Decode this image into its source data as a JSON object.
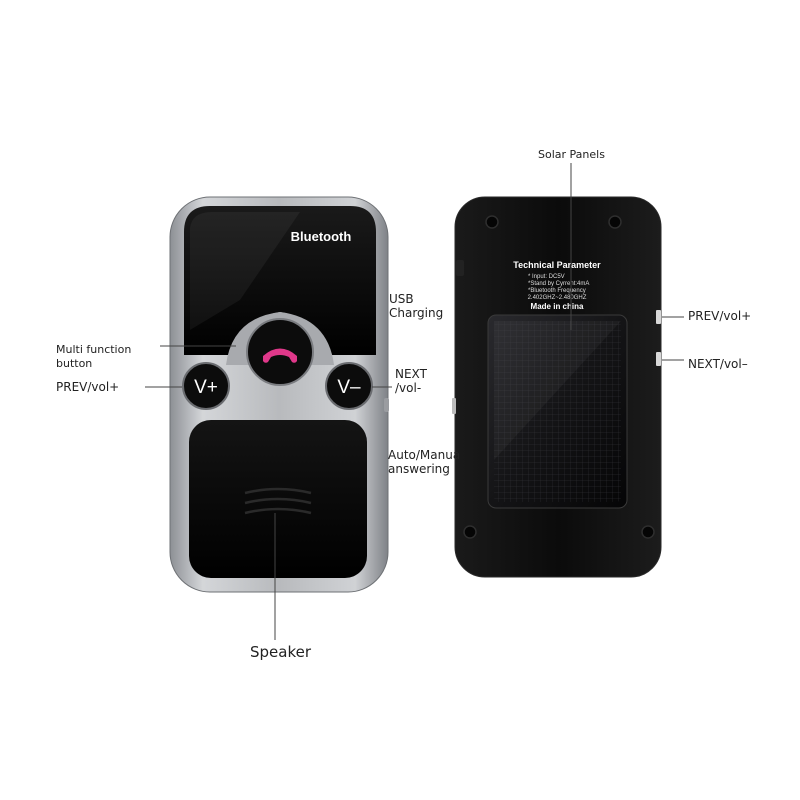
{
  "front": {
    "brand": "Bluetooth",
    "vol_up_label": "V+",
    "vol_down_label": "V–"
  },
  "back": {
    "tech": {
      "title": "Technical Parameter",
      "line1": "* Input: DC5V",
      "line2": "*Stand by Cyrrent:4mA",
      "line3": "*Bluetooth Frequency",
      "line4": "2.402GHZ~2.480GHZ",
      "line5": "Made in china"
    }
  },
  "callouts": {
    "solar_panels": "Solar Panels",
    "usb_charging": [
      "USB",
      "Charging"
    ],
    "multi_function": [
      "Multi  function",
      "button"
    ],
    "prev_vol_left": "PREV/vol+",
    "next_vol_front": [
      "NEXT",
      "/vol-"
    ],
    "auto_answer": [
      "Auto/Manua",
      "answering"
    ],
    "speaker": "Speaker",
    "prev_vol_right": "PREV/vol+",
    "next_vol_right": "NEXT/vol–"
  },
  "colors": {
    "body_black": "#0a0a0a",
    "silver_frame": "#b5b7ba",
    "call_icon": "#e0388a"
  }
}
